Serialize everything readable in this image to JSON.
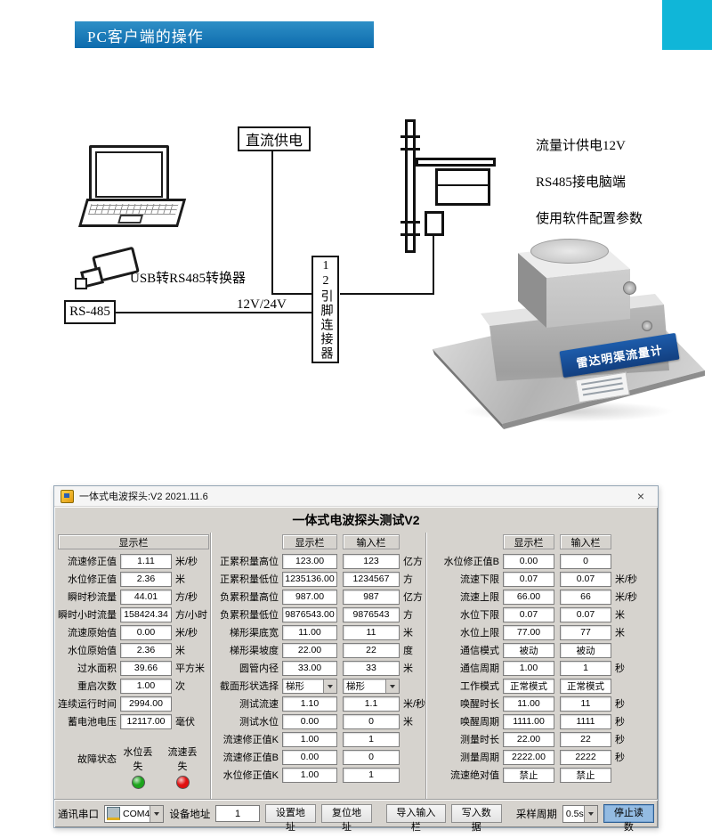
{
  "page": {
    "banner_title": "PC客户端的操作",
    "colors": {
      "banner_blue_light": "#2e8fc6",
      "banner_blue_dark": "#0d6bad",
      "corner_cyan": "#10b6d8",
      "photo_label_blue": "#1d5cab",
      "stop_button_blue": "#93bbe2",
      "led_green": "#1ca41c",
      "led_red": "#e01010"
    }
  },
  "diagram": {
    "dc_power": "直流供电",
    "usb_converter": "USB转RS485转换器",
    "rs485": "RS-485",
    "voltage": "12V/24V",
    "pin_connector": "12引脚连接器",
    "notes": [
      "流量计供电12V",
      "RS485接电脑端",
      "使用软件配置参数"
    ],
    "device_label": "雷达明渠流量计"
  },
  "app": {
    "titlebar": {
      "title": "一体式电波探头:V2 2021.11.6",
      "close": "×"
    },
    "heading": "一体式电波探头测试V2",
    "headers": {
      "display": "显示栏",
      "input": "输入栏"
    },
    "left_panel": {
      "rows": [
        {
          "label": "流速修正值",
          "value": "1.11",
          "unit": "米/秒"
        },
        {
          "label": "水位修正值",
          "value": "2.36",
          "unit": "米"
        },
        {
          "label": "瞬时秒流量",
          "value": "44.01",
          "unit": "方/秒"
        },
        {
          "label": "瞬时小时流量",
          "value": "158424.34",
          "unit": "方/小时"
        },
        {
          "label": "流速原始值",
          "value": "0.00",
          "unit": "米/秒"
        },
        {
          "label": "水位原始值",
          "value": "2.36",
          "unit": "米"
        },
        {
          "label": "过水面积",
          "value": "39.66",
          "unit": "平方米"
        },
        {
          "label": "重启次数",
          "value": "1.00",
          "unit": "次"
        },
        {
          "label": "连续运行时间",
          "value": "2994.00",
          "unit": ""
        },
        {
          "label": "蓄电池电压",
          "value": "12117.00",
          "unit": "毫伏"
        }
      ],
      "fault_label": "故障状态",
      "fault_items": [
        {
          "text": "水位丢失",
          "color": "#1ca41c"
        },
        {
          "text": "流速丢失",
          "color": "#e01010"
        }
      ]
    },
    "mid_panel": {
      "rows": [
        {
          "label": "正累积量高位",
          "display": "123.00",
          "input": "123",
          "unit": "亿方"
        },
        {
          "label": "正累积量低位",
          "display": "1235136.00",
          "input": "1234567",
          "unit": "方"
        },
        {
          "label": "负累积量高位",
          "display": "987.00",
          "input": "987",
          "unit": "亿方"
        },
        {
          "label": "负累积量低位",
          "display": "9876543.00",
          "input": "9876543",
          "unit": "方"
        },
        {
          "label": "梯形渠底宽",
          "display": "11.00",
          "input": "11",
          "unit": "米"
        },
        {
          "label": "梯形渠坡度",
          "display": "22.00",
          "input": "22",
          "unit": "度"
        },
        {
          "label": "圆管内径",
          "display": "33.00",
          "input": "33",
          "unit": "米"
        },
        {
          "label": "截面形状选择",
          "display": "梯形",
          "input": "梯形",
          "unit": "",
          "combo": true
        },
        {
          "label": "测试流速",
          "display": "1.10",
          "input": "1.1",
          "unit": "米/秒"
        },
        {
          "label": "测试水位",
          "display": "0.00",
          "input": "0",
          "unit": "米"
        },
        {
          "label": "流速修正值K",
          "display": "1.00",
          "input": "1",
          "unit": ""
        },
        {
          "label": "流速修正值B",
          "display": "0.00",
          "input": "0",
          "unit": ""
        },
        {
          "label": "水位修正值K",
          "display": "1.00",
          "input": "1",
          "unit": ""
        }
      ]
    },
    "right_panel": {
      "rows": [
        {
          "label": "水位修正值B",
          "display": "0.00",
          "input": "0",
          "unit": ""
        },
        {
          "label": "流速下限",
          "display": "0.07",
          "input": "0.07",
          "unit": "米/秒"
        },
        {
          "label": "流速上限",
          "display": "66.00",
          "input": "66",
          "unit": "米/秒"
        },
        {
          "label": "水位下限",
          "display": "0.07",
          "input": "0.07",
          "unit": "米"
        },
        {
          "label": "水位上限",
          "display": "77.00",
          "input": "77",
          "unit": "米"
        },
        {
          "label": "通信模式",
          "display": "被动",
          "input": "被动",
          "unit": ""
        },
        {
          "label": "通信周期",
          "display": "1.00",
          "input": "1",
          "unit": "秒"
        },
        {
          "label": "工作模式",
          "display": "正常模式",
          "input": "正常模式",
          "unit": ""
        },
        {
          "label": "唤醒时长",
          "display": "11.00",
          "input": "11",
          "unit": "秒"
        },
        {
          "label": "唤醒周期",
          "display": "1111.00",
          "input": "1111",
          "unit": "秒"
        },
        {
          "label": "测量时长",
          "display": "22.00",
          "input": "22",
          "unit": "秒"
        },
        {
          "label": "测量周期",
          "display": "2222.00",
          "input": "2222",
          "unit": "秒"
        },
        {
          "label": "流速绝对值",
          "display": "禁止",
          "input": "禁止",
          "unit": ""
        }
      ]
    },
    "bottom": {
      "port_label": "通讯串口",
      "port_value": "COM4",
      "addr_label": "设备地址",
      "addr_value": "1",
      "set_addr": "设置地址",
      "reset_addr": "复位地址",
      "import_inputs": "导入输入栏",
      "write_data": "写入数据",
      "sample_label": "采样周期",
      "sample_value": "0.5s",
      "stop_read": "停止读数"
    }
  }
}
